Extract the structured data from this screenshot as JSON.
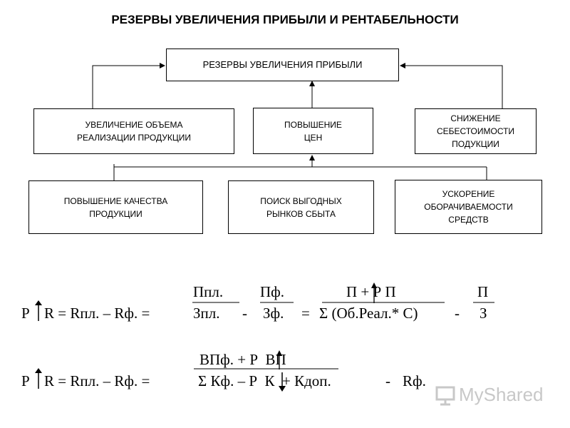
{
  "title": "РЕЗЕРВЫ УВЕЛИЧЕНИЯ ПРИБЫЛИ И РЕНТАБЕЛЬНОСТИ",
  "boxes": {
    "root": "РЕЗЕРВЫ УВЕЛИЧЕНИЯ ПРИБЫЛИ",
    "volume": "УВЕЛИЧЕНИЕ    ОБЪЕМА\nРЕАЛИЗАЦИИ ПРОДУКЦИИ",
    "prices": "ПОВЫШЕНИЕ\nЦЕН",
    "cost": "СНИЖЕНИЕ\nСЕБЕСТОИМОСТИ\nПОДУКЦИИ",
    "quality": "ПОВЫШЕНИЕ КАЧЕСТВА\nПРОДУКЦИИ",
    "markets": "ПОИСК ВЫГОДНЫХ\nРЫНКОВ СБЫТА",
    "turnover": "УСКОРЕНИЕ\nОБОРАЧИВАЕМОСТИ\nСРЕДСТВ"
  },
  "formula1": {
    "num1": "Ппл.",
    "num2": "Пф.",
    "num3": "П + Р П",
    "num4": "П",
    "R": "Р",
    "lhs": "R = Rпл. – Rф. =",
    "den1": "Зпл.",
    "minus1": "-",
    "den2": "Зф.",
    "eq": "=",
    "den3": "Σ (Об.Реал.* С)",
    "minus2": "-",
    "den4": "З"
  },
  "formula2": {
    "num": "ВПф. + Р  ВП",
    "R": "Р",
    "lhs": "R = Rпл. – Rф. =",
    "den": "Σ Кф. – Р  К  + Кдоп.",
    "minus": "-",
    "rhs": "Rф."
  },
  "watermark": {
    "text": "MyShared",
    "icon": "presentation-board-icon"
  }
}
